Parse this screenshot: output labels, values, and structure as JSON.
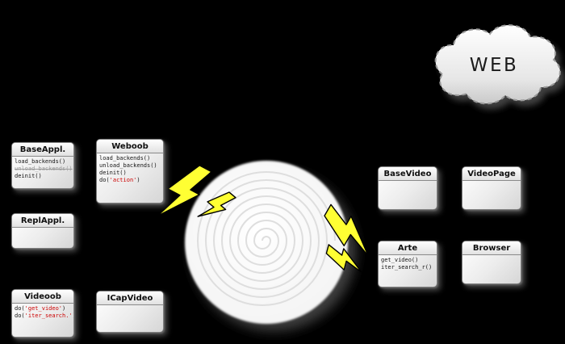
{
  "colors": {
    "background": "#000000",
    "accent_red": "#cc0000",
    "bolt_yellow": "#ffff33",
    "muted_gray": "#9a9a9a",
    "box_fill": "#ffffff"
  },
  "cloud": {
    "label": "WEB"
  },
  "boxes": {
    "baseappl": {
      "title": "BaseAppl.",
      "m1": "load_backends()",
      "m2": "unload_backends()",
      "m3": "deinit()"
    },
    "weboob": {
      "title": "Weboob",
      "m1": "load_backends()",
      "m2": "unload_backends()",
      "m3": "deinit()",
      "m4_pre": "do(",
      "m4_str": "'action'",
      "m4_post": ")"
    },
    "replappl": {
      "title": "ReplAppl."
    },
    "videoob": {
      "title": "Videoob",
      "m1_pre": "do(",
      "m1_str": "'get_video'",
      "m1_post": ")",
      "m2_pre": "do(",
      "m2_str": "'iter_search.'",
      "m2_post": ")"
    },
    "icapvideo": {
      "title": "ICapVideo"
    },
    "basevideo": {
      "title": "BaseVideo"
    },
    "videopage": {
      "title": "VideoPage"
    },
    "arte": {
      "title": "Arte",
      "m1": "get_video()",
      "m2": "iter_search_r()"
    },
    "browser": {
      "title": "Browser"
    }
  }
}
